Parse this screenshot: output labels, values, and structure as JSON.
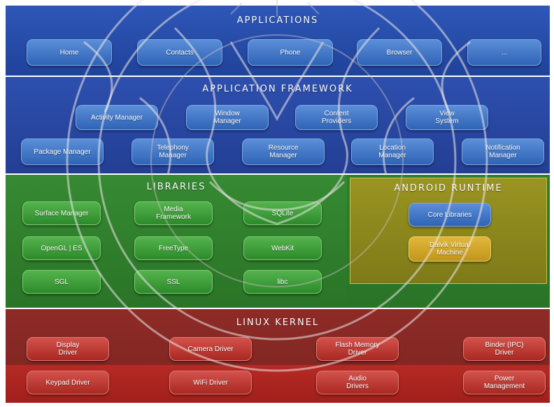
{
  "applications": {
    "title": "Applications",
    "items": [
      "Home",
      "Contacts",
      "Phone",
      "Browser",
      "..."
    ]
  },
  "framework": {
    "title": "Application Framework",
    "row1": [
      "Activity Manager",
      "Window\nManager",
      "Content\nProviders",
      "View\nSystem"
    ],
    "row2": [
      "Package Manager",
      "Telephony\nManager",
      "Resource\nManager",
      "Location\nManager",
      "Notification\nManager"
    ]
  },
  "libraries": {
    "title": "Libraries",
    "items": [
      "Surface Manager",
      "Media\nFramework",
      "SQLite",
      "OpenGL | ES",
      "FreeType",
      "WebKit",
      "SGL",
      "SSL",
      "libc"
    ]
  },
  "runtime": {
    "title": "Android Runtime",
    "items": [
      "Core Libraries",
      "Dalvik Virtual\nMachine"
    ]
  },
  "kernel": {
    "title": "Linux Kernel",
    "row1": [
      "Display\nDriver",
      "Camera Driver",
      "Flash Memory\nDriver",
      "Binder (IPC)\nDriver"
    ],
    "row2": [
      "Keypad Driver",
      "WiFi Driver",
      "Audio\nDrivers",
      "Power\nManagement"
    ]
  },
  "colors": {
    "applications_bg": "#2748a8",
    "framework_bg": "#2b4aa6",
    "libraries_bg": "#2f7d2c",
    "runtime_bg": "#8a8a1e",
    "kernel_bg": "#8e2a26",
    "kernel_bottom_bg": "#b3211d"
  },
  "watermark": {
    "type": "seal"
  }
}
